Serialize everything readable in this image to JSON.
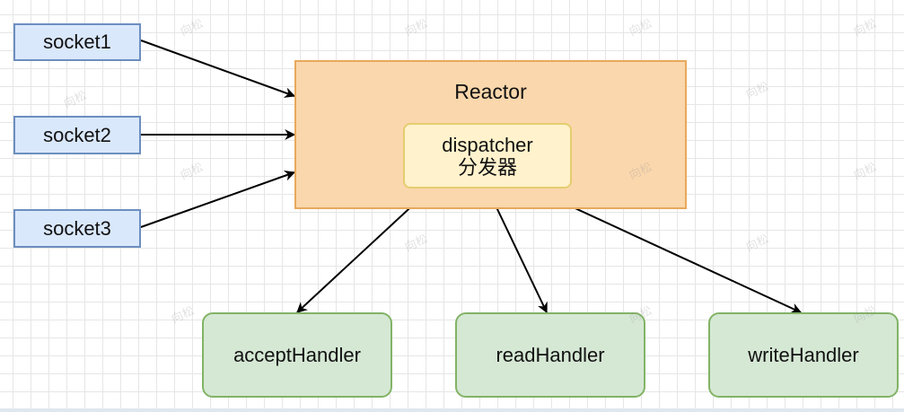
{
  "sockets": [
    "socket1",
    "socket2",
    "socket3"
  ],
  "reactor": {
    "title": "Reactor",
    "dispatcher": {
      "line1": "dispatcher",
      "line2": "分发器"
    }
  },
  "handlers": [
    "acceptHandler",
    "readHandler",
    "writeHandler"
  ],
  "colors": {
    "socket_fill": "#dae8fc",
    "socket_stroke": "#6c8ebf",
    "reactor_fill": "#fad7ac",
    "reactor_stroke": "#e8a95c",
    "dispatcher_fill": "#fff2cc",
    "dispatcher_stroke": "#e5cd70",
    "handler_fill": "#d5e8d4",
    "handler_stroke": "#82b366",
    "arrow": "#000000"
  }
}
